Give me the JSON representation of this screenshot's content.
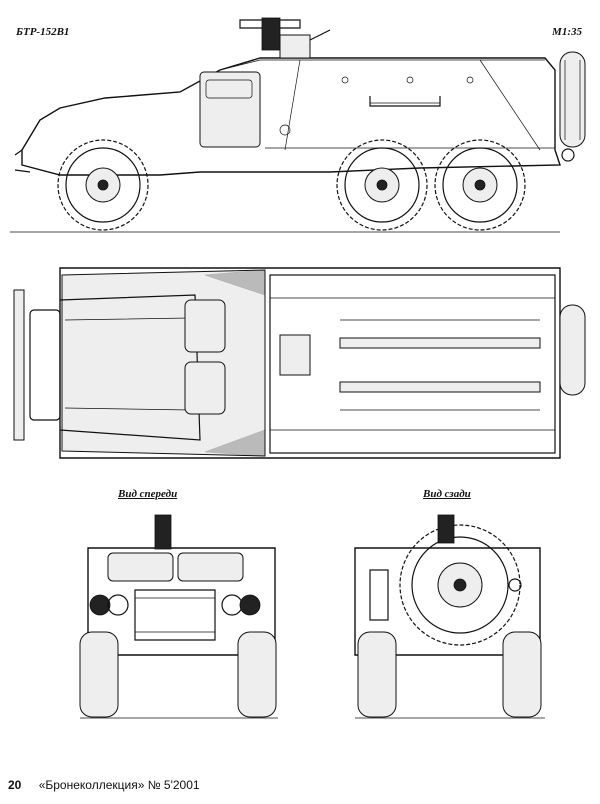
{
  "header": {
    "title": "БТР-152В1",
    "scale": "M1:35"
  },
  "views": {
    "front_caption": "Вид спереди",
    "rear_caption": "Вид сзади"
  },
  "footer": {
    "page_number": "20",
    "magazine": "«Бронеколлекция» № 5'2001"
  }
}
